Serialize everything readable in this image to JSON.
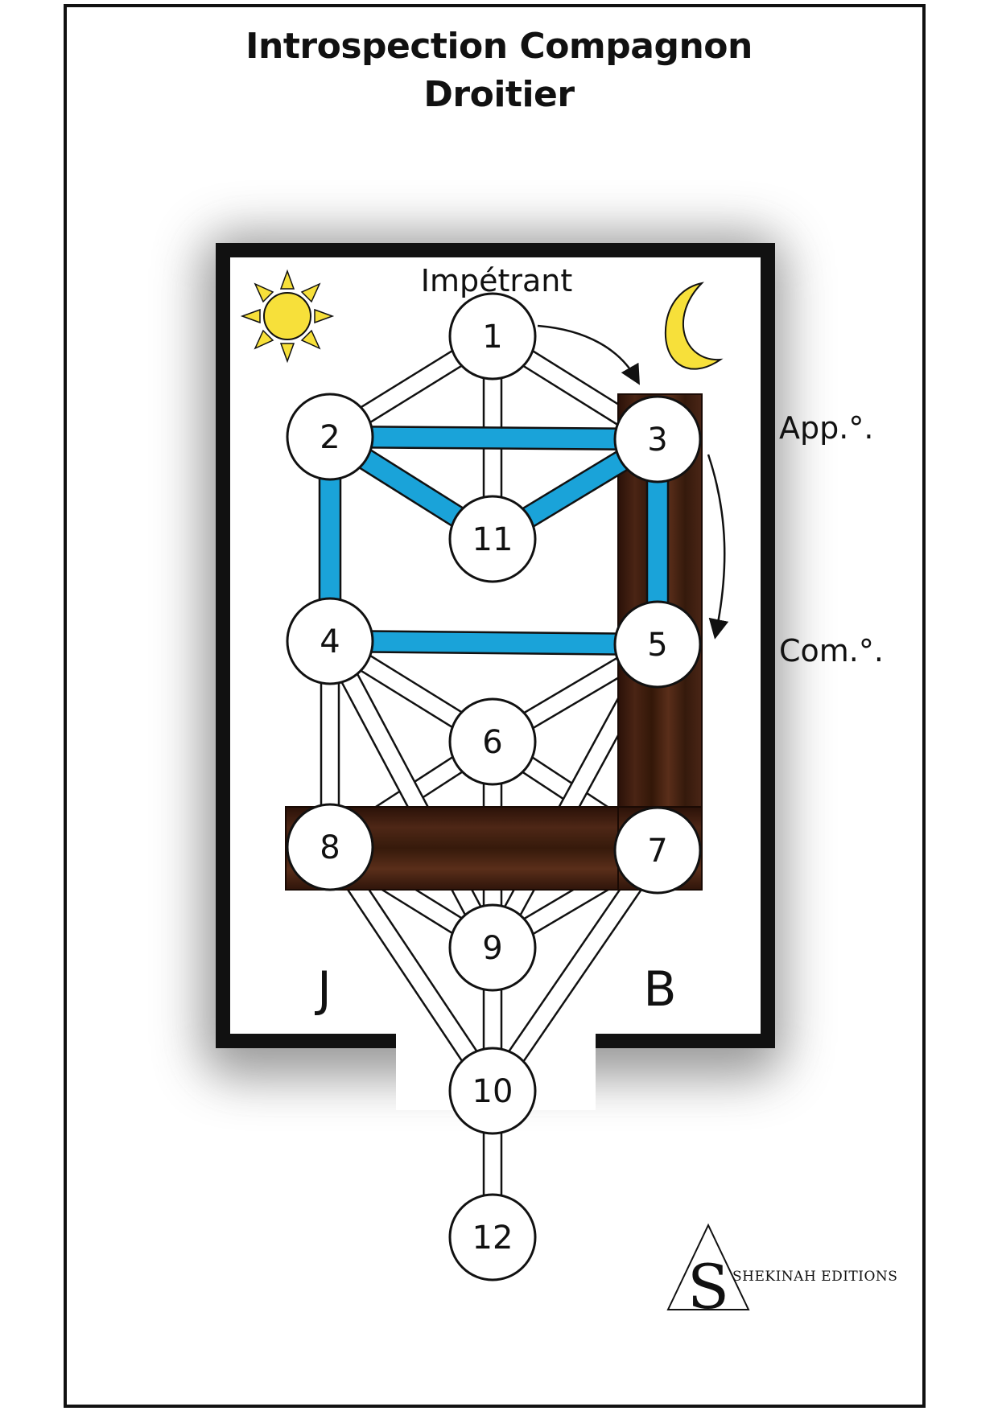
{
  "title_line1": "Introspection Compagnon",
  "title_line2": "Droitier",
  "labels": {
    "top": "Impétrant",
    "apprentice": "App.°.",
    "companion": "Com.°.",
    "pillar_left": "J",
    "pillar_right": "B"
  },
  "nodes": [
    {
      "id": "1",
      "label": "1"
    },
    {
      "id": "2",
      "label": "2"
    },
    {
      "id": "3",
      "label": "3"
    },
    {
      "id": "4",
      "label": "4"
    },
    {
      "id": "5",
      "label": "5"
    },
    {
      "id": "6",
      "label": "6"
    },
    {
      "id": "7",
      "label": "7"
    },
    {
      "id": "8",
      "label": "8"
    },
    {
      "id": "9",
      "label": "9"
    },
    {
      "id": "10",
      "label": "10"
    },
    {
      "id": "11",
      "label": "11"
    },
    {
      "id": "12",
      "label": "12"
    }
  ],
  "highlighted_paths": [
    [
      "2",
      "3"
    ],
    [
      "2",
      "11"
    ],
    [
      "3",
      "11"
    ],
    [
      "2",
      "4"
    ],
    [
      "3",
      "5"
    ],
    [
      "4",
      "5"
    ]
  ],
  "logo": {
    "letter": "S",
    "text": "SHEKINAH EDITIONS"
  },
  "colors": {
    "highlight": "#1aa3d9",
    "square": "#3d1c0e",
    "sun": "#f7e03a",
    "moon": "#f7e03a",
    "frame": "#111111"
  }
}
